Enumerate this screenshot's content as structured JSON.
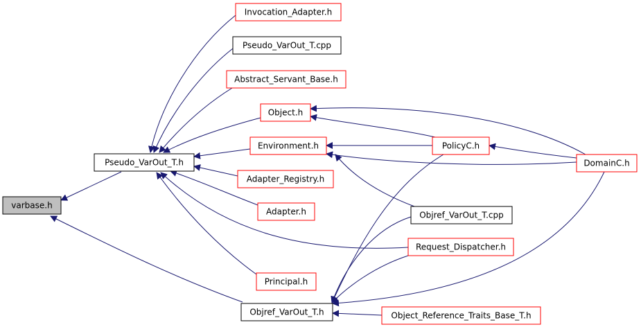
{
  "colors": {
    "edge": "#191970",
    "arrow": "#191970",
    "border_default": "#ff0000",
    "border_documented": "#000000",
    "fill_highlight": "#bfbfbf",
    "fill_default": "#ffffff"
  },
  "nodes": [
    {
      "id": "varbase",
      "label": "varbase.h",
      "border": "black",
      "highlight": true
    },
    {
      "id": "pseudo_h",
      "label": "Pseudo_VarOut_T.h",
      "border": "black"
    },
    {
      "id": "objref_h",
      "label": "Objref_VarOut_T.h",
      "border": "black"
    },
    {
      "id": "invocation",
      "label": "Invocation_Adapter.h",
      "border": "red"
    },
    {
      "id": "pseudo_cpp",
      "label": "Pseudo_VarOut_T.cpp",
      "border": "black"
    },
    {
      "id": "abstract",
      "label": "Abstract_Servant_Base.h",
      "border": "red"
    },
    {
      "id": "object_h",
      "label": "Object.h",
      "border": "red"
    },
    {
      "id": "environment",
      "label": "Environment.h",
      "border": "red"
    },
    {
      "id": "registry",
      "label": "Adapter_Registry.h",
      "border": "red"
    },
    {
      "id": "adapter",
      "label": "Adapter.h",
      "border": "red"
    },
    {
      "id": "principal",
      "label": "Principal.h",
      "border": "red"
    },
    {
      "id": "policyc",
      "label": "PolicyC.h",
      "border": "red"
    },
    {
      "id": "objref_cpp",
      "label": "Objref_VarOut_T.cpp",
      "border": "black"
    },
    {
      "id": "dispatcher",
      "label": "Request_Dispatcher.h",
      "border": "red"
    },
    {
      "id": "traits",
      "label": "Object_Reference_Traits_Base_T.h",
      "border": "red"
    },
    {
      "id": "domainc",
      "label": "DomainC.h",
      "border": "red"
    }
  ],
  "edges": [
    {
      "from": "pseudo_h",
      "to": "varbase"
    },
    {
      "from": "objref_h",
      "to": "varbase"
    },
    {
      "from": "invocation",
      "to": "pseudo_h"
    },
    {
      "from": "pseudo_cpp",
      "to": "pseudo_h"
    },
    {
      "from": "abstract",
      "to": "pseudo_h"
    },
    {
      "from": "object_h",
      "to": "pseudo_h"
    },
    {
      "from": "environment",
      "to": "pseudo_h"
    },
    {
      "from": "registry",
      "to": "pseudo_h"
    },
    {
      "from": "adapter",
      "to": "pseudo_h"
    },
    {
      "from": "dispatcher",
      "to": "pseudo_h"
    },
    {
      "from": "principal",
      "to": "pseudo_h"
    },
    {
      "from": "policyc",
      "to": "object_h"
    },
    {
      "from": "domainc",
      "to": "object_h"
    },
    {
      "from": "policyc",
      "to": "environment"
    },
    {
      "from": "domainc",
      "to": "environment"
    },
    {
      "from": "objref_cpp",
      "to": "environment"
    },
    {
      "from": "domainc",
      "to": "policyc"
    },
    {
      "from": "policyc",
      "to": "objref_h"
    },
    {
      "from": "objref_cpp",
      "to": "objref_h"
    },
    {
      "from": "dispatcher",
      "to": "objref_h"
    },
    {
      "from": "domainc",
      "to": "objref_h"
    },
    {
      "from": "traits",
      "to": "objref_h"
    }
  ]
}
